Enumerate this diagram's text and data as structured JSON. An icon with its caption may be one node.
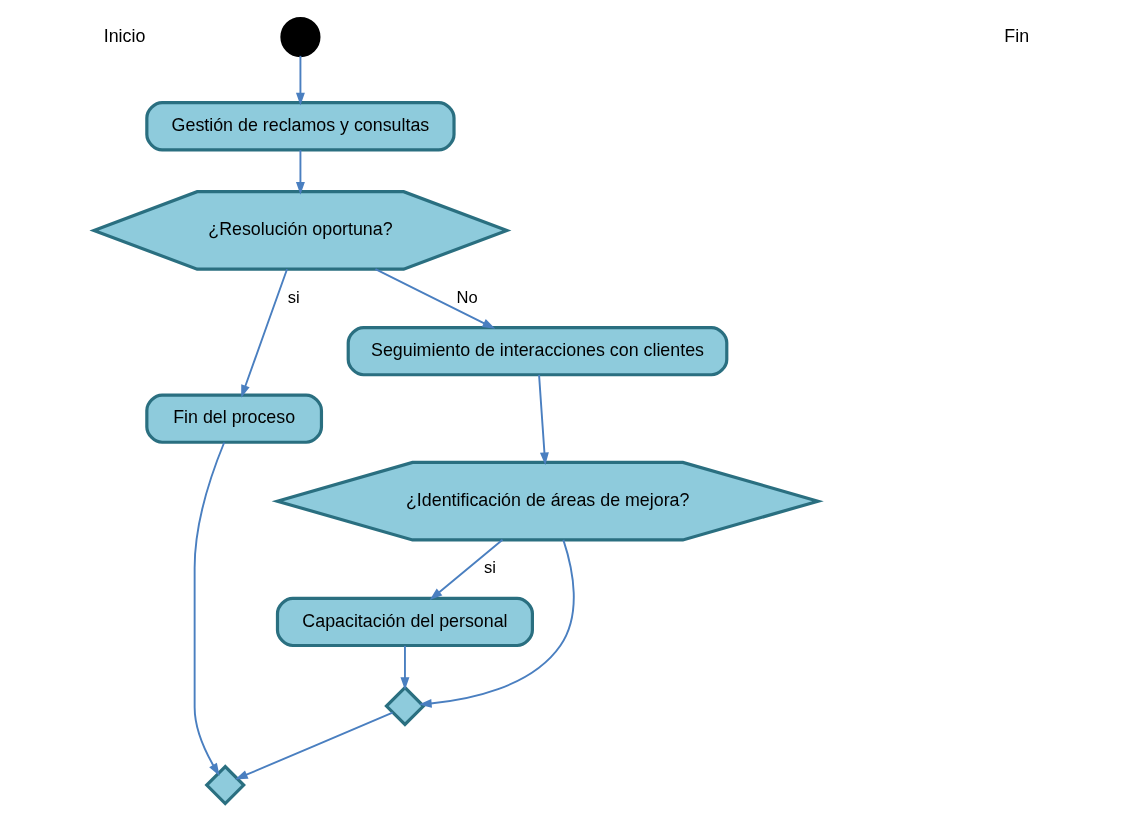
{
  "diagram": {
    "nodes": [
      {
        "text": [],
        "shape": "circle"
      },
      {
        "text": [
          "Gestión de reclamos y consultas"
        ]
      },
      {
        "text": [
          "¿Resolución oportuna?"
        ]
      },
      {
        "text": [
          "Fin del proceso"
        ]
      },
      {
        "text": [
          "Seguimiento de interacciones con clientes"
        ]
      },
      {
        "text": [
          "¿Identificación de áreas de mejora?"
        ]
      },
      {
        "text": [
          "Capacitación del personal"
        ]
      },
      {
        "text": [],
        "shape": "diamond"
      },
      {
        "text": [],
        "shape": "diamond"
      }
    ],
    "edges": [
      {
        "from": 0,
        "to": 1,
        "arrow": "to"
      },
      {
        "from": 1,
        "to": 2,
        "arrow": "to"
      },
      {
        "from": 2,
        "to": 3,
        "arrow": "to",
        "label": "si"
      },
      {
        "from": 2,
        "to": 4,
        "arrow": "to",
        "label": "No"
      },
      {
        "from": 4,
        "to": 5,
        "arrow": "to"
      },
      {
        "from": 5,
        "to": 6,
        "arrow": "to",
        "label": "si"
      },
      {
        "from": 5,
        "to": 7,
        "arrow": "to"
      },
      {
        "from": 6,
        "to": 7,
        "arrow": "to"
      },
      {
        "from": 7,
        "to": 8,
        "arrow": "to"
      },
      {
        "from": 3,
        "to": 8,
        "arrow": "to"
      }
    ],
    "labels": [
      "Inicio",
      "Fin"
    ]
  }
}
